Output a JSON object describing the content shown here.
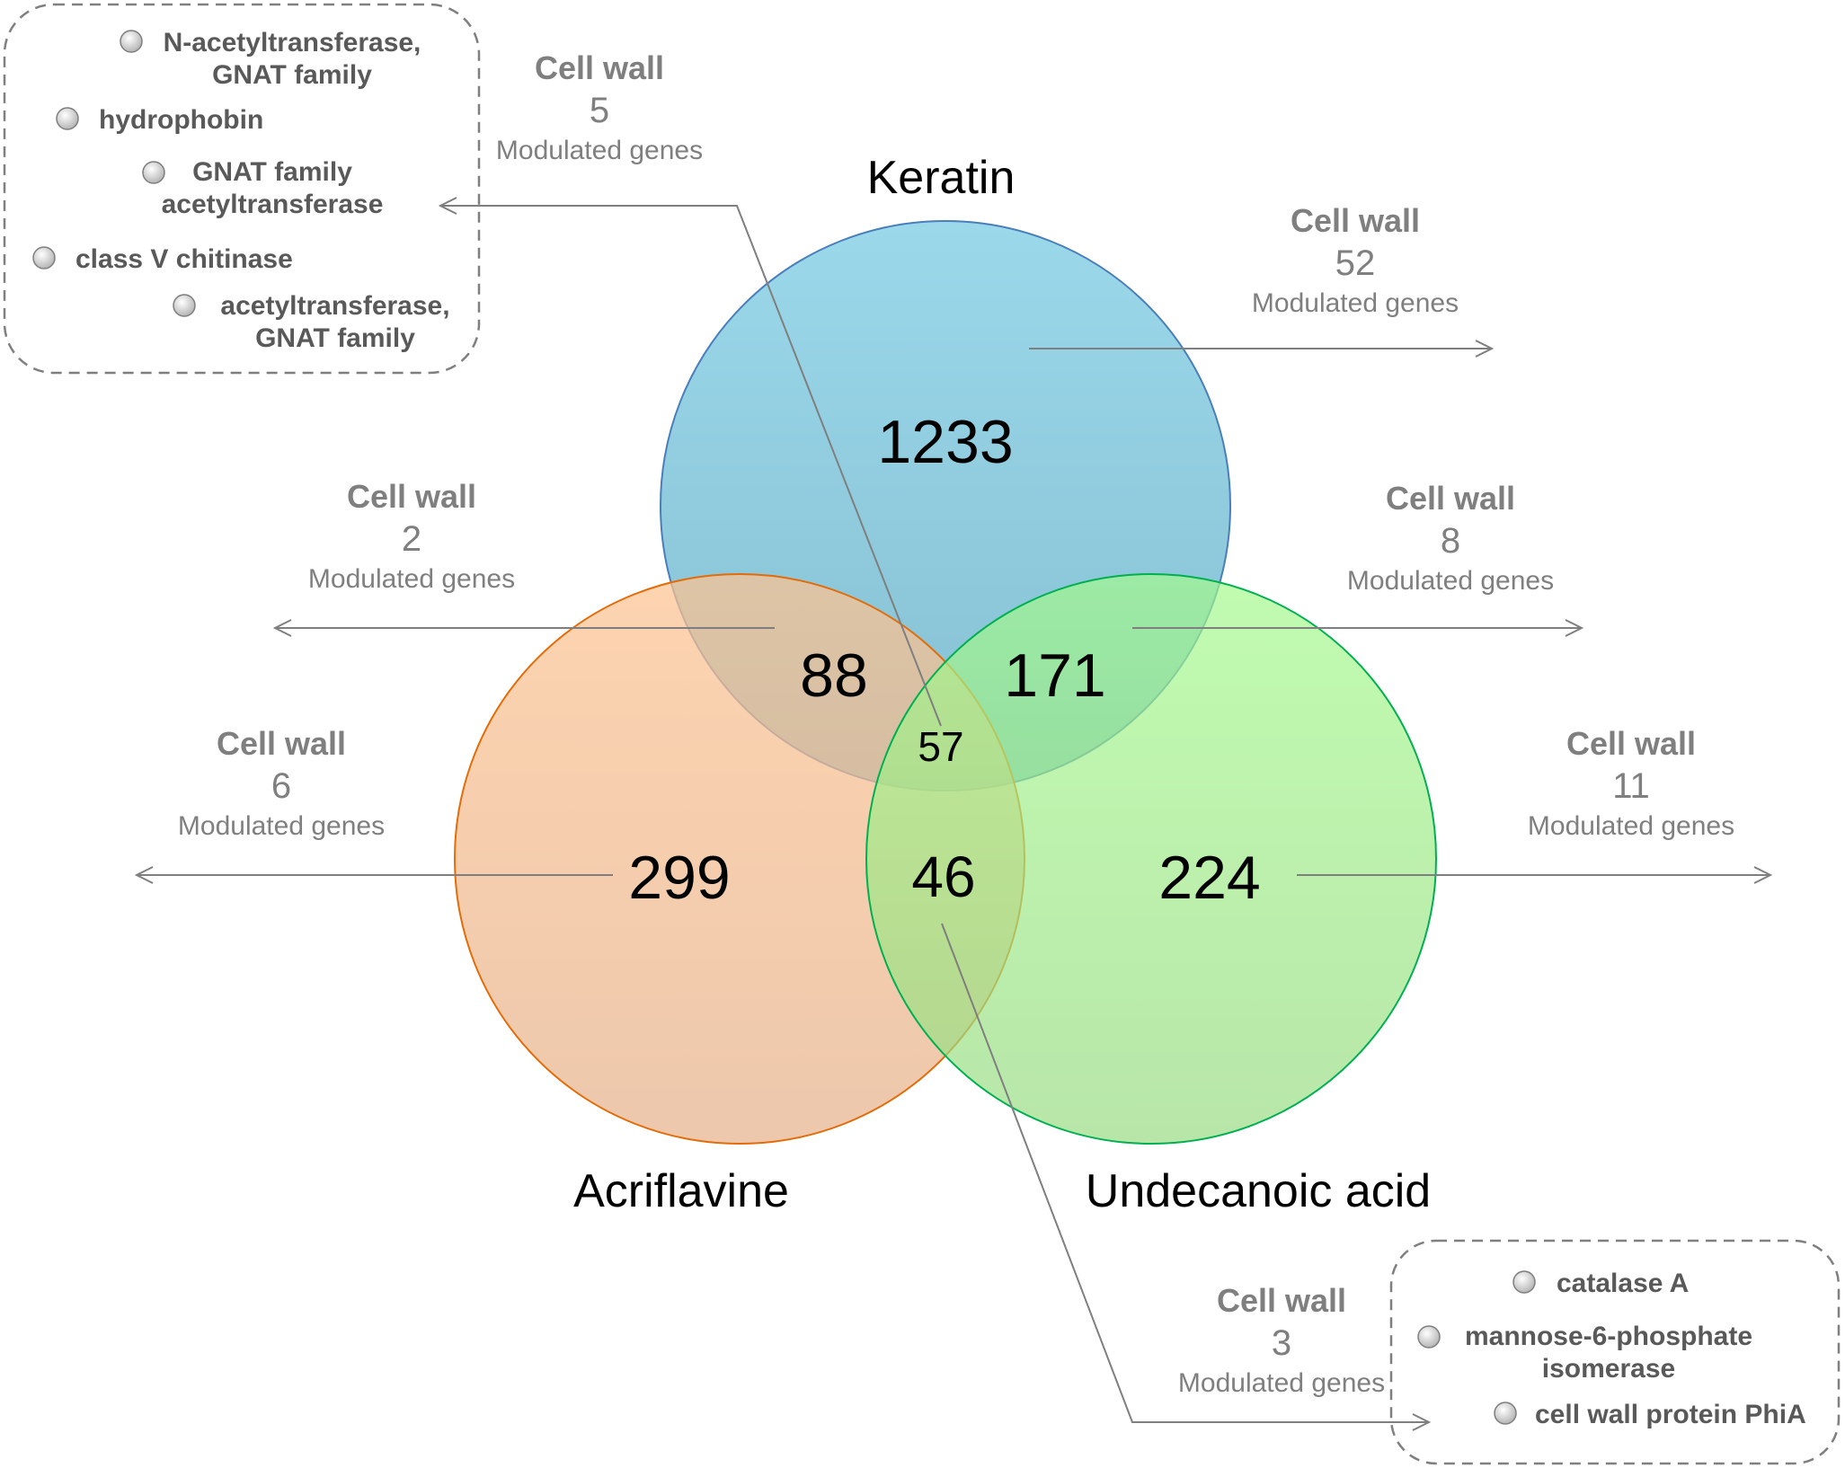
{
  "diagram": {
    "sets": {
      "keratin": "Keratin",
      "acriflavine": "Acriflavine",
      "undecanoic": "Undecanoic acid"
    },
    "regions": {
      "keratin_only": "1233",
      "acriflavine_only": "299",
      "undecanoic_only": "224",
      "keratin_acriflavine": "88",
      "keratin_undecanoic": "171",
      "acriflavine_undecanoic": "46",
      "all_three": "57"
    },
    "colors": {
      "keratin_fill": "#92cddc",
      "keratin_stroke": "#4a7ebb",
      "acriflavine_fill": "#fac090",
      "acriflavine_stroke": "#e36c09",
      "undecanoic_fill": "#92f07a",
      "undecanoic_stroke": "#00b050"
    },
    "cell_wall": {
      "title": "Cell wall",
      "subtitle": "Modulated genes",
      "keratin_only": "52",
      "keratin_acriflavine": "2",
      "keratin_undecanoic": "8",
      "acriflavine_only": "6",
      "undecanoic_only": "11",
      "all_three": "5",
      "acriflavine_undecanoic": "3"
    },
    "gene_boxes": {
      "all_three": [
        {
          "line1": "N-acetyltransferase,",
          "line2": "GNAT family"
        },
        {
          "line1": "hydrophobin",
          "line2": ""
        },
        {
          "line1": "GNAT family",
          "line2": "acetyltransferase"
        },
        {
          "line1": "class V chitinase",
          "line2": ""
        },
        {
          "line1": "acetyltransferase,",
          "line2": "GNAT family"
        }
      ],
      "acriflavine_undecanoic": [
        {
          "line1": "catalase A",
          "line2": ""
        },
        {
          "line1": "mannose-6-phosphate",
          "line2": "isomerase"
        },
        {
          "line1": "cell wall protein PhiA",
          "line2": ""
        }
      ]
    }
  }
}
